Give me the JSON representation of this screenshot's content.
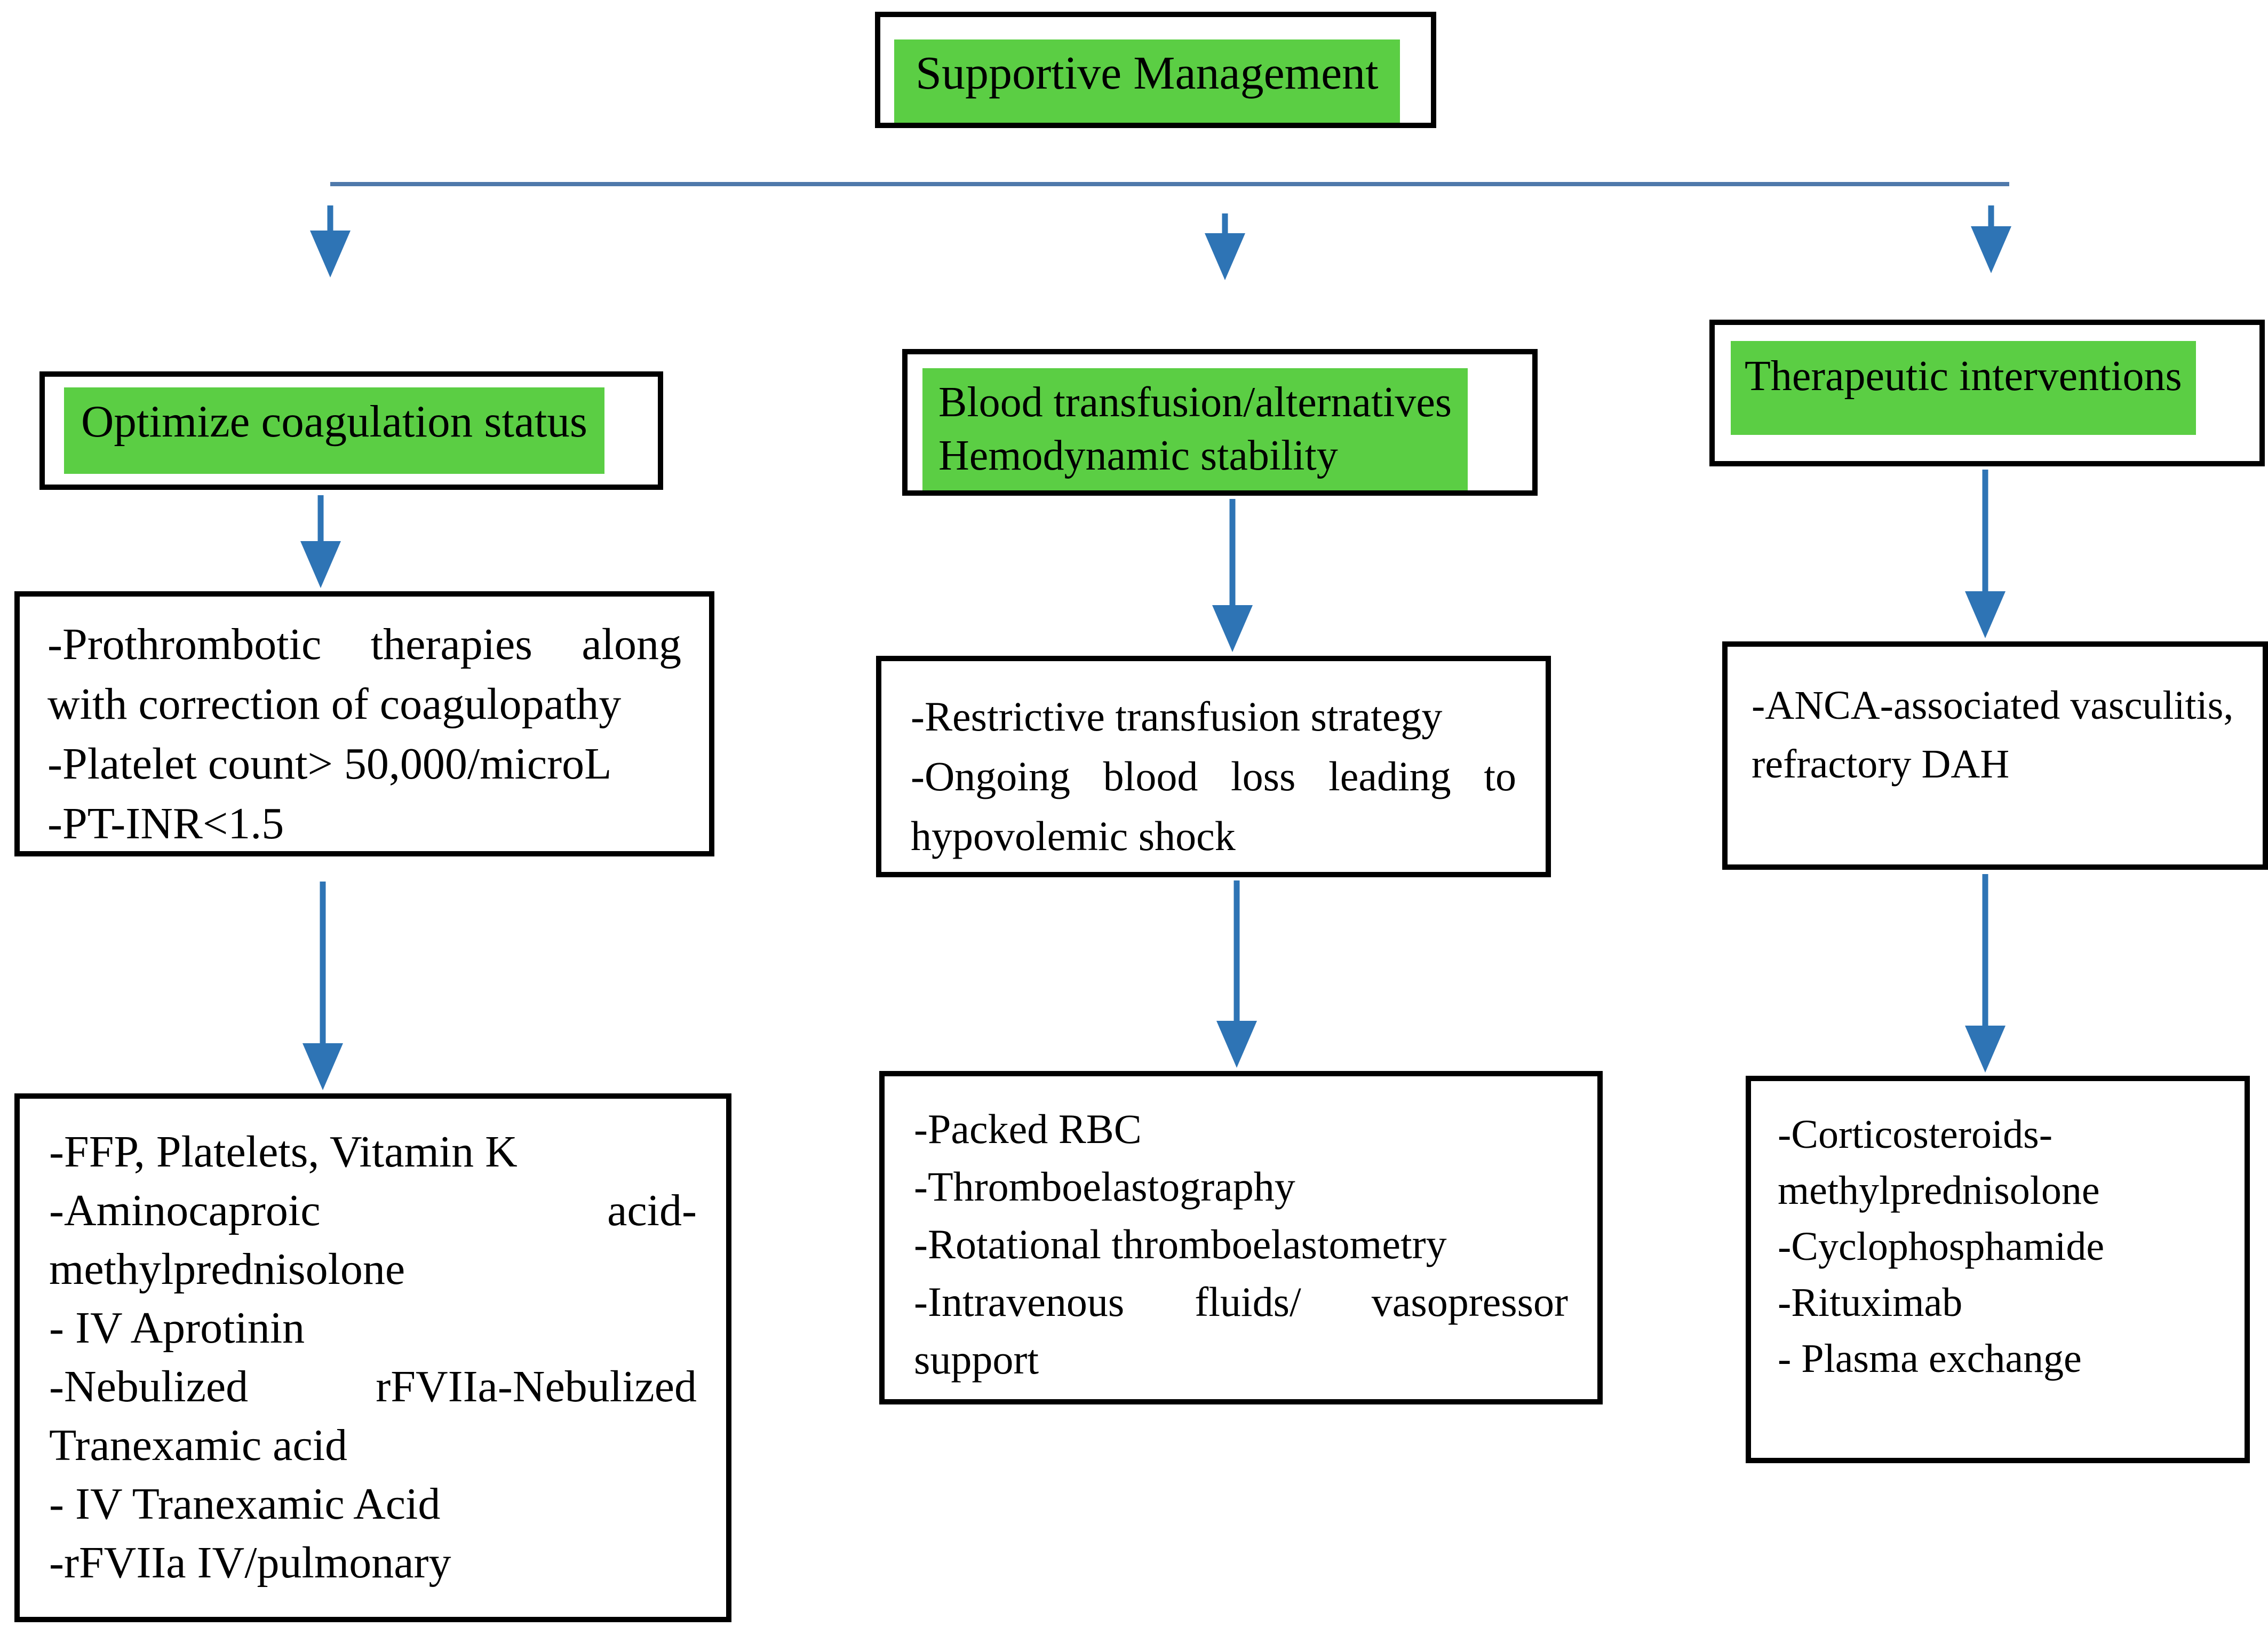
{
  "colors": {
    "green": "#5bce44",
    "arrow": "#2e74b5",
    "line": "#4f79ab"
  },
  "title": {
    "label": "Supportive Management"
  },
  "columns": {
    "left": {
      "header": "Optimize coagulation status",
      "criteria": [
        "-Prothrombotic therapies along with correction of coagulopathy",
        "-Platelet count> 50,000/microL",
        "-PT-INR<1.5"
      ],
      "treatments": [
        "-FFP, Platelets, Vitamin K",
        "-Aminocaproic acid-methylprednisolone",
        "- IV Aprotinin",
        "-Nebulized rFVIIa-Nebulized Tranexamic acid",
        "- IV Tranexamic Acid",
        "-rFVIIa IV/pulmonary"
      ]
    },
    "middle": {
      "header_lines": [
        "Blood transfusion/alternatives",
        "Hemodynamic stability"
      ],
      "criteria": [
        "-Restrictive transfusion strategy",
        "-Ongoing blood loss leading to hypovolemic shock"
      ],
      "treatments": [
        "-Packed RBC",
        "-Thromboelastography",
        "-Rotational thromboelastometry",
        "-Intravenous fluids/ vasopressor support"
      ]
    },
    "right": {
      "header": "Therapeutic interventions",
      "criteria": [
        "-ANCA-associated vasculitis, refractory DAH"
      ],
      "treatments": [
        "-Corticosteroids-methylprednisolone",
        "-Cyclophosphamide",
        "-Rituximab",
        "- Plasma exchange"
      ]
    }
  }
}
